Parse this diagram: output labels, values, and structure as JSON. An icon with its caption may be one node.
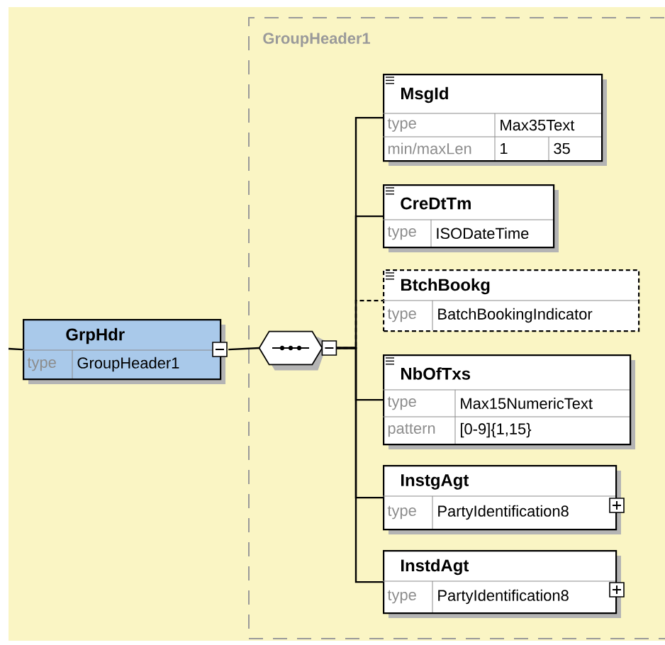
{
  "diagram": {
    "nodes": [
      {
        "text": [
          "GroupHeader1"
        ]
      },
      {
        "text": [
          "GrpHdr",
          "type",
          "GroupHeader1"
        ]
      },
      {
        "text": [],
        "shape": "octagon",
        "in": 0
      },
      {
        "text": [
          "MsgId",
          "type",
          "Max35Text",
          "min/maxLen",
          "1",
          "35"
        ],
        "in": 0
      },
      {
        "text": [
          "CreDtTm",
          "type",
          "ISODateTime"
        ],
        "in": 0
      },
      {
        "text": [
          "BtchBookg",
          "type",
          "BatchBookingIndicator"
        ],
        "in": 0
      },
      {
        "text": [
          "NbOfTxs",
          "type",
          "Max15NumericText",
          "pattern",
          "[0-9]{1,15}"
        ],
        "in": 0
      },
      {
        "text": [
          "InstgAgt",
          "type",
          "PartyIdentification8"
        ],
        "in": 0
      },
      {
        "text": [
          "InstdAgt",
          "type",
          "PartyIdentification8"
        ],
        "in": 0
      }
    ],
    "edges": [
      {
        "from": null,
        "to": 1,
        "arrow": "none"
      },
      {
        "from": 1,
        "to": 2,
        "arrow": "none"
      },
      {
        "from": 2,
        "to": 3,
        "arrow": "none"
      },
      {
        "from": 2,
        "to": 4,
        "arrow": "none"
      },
      {
        "from": 2,
        "to": 5,
        "arrow": "none",
        "style": "dashed"
      },
      {
        "from": 2,
        "to": 6,
        "arrow": "none"
      },
      {
        "from": 2,
        "to": 7,
        "arrow": "none"
      },
      {
        "from": 2,
        "to": 8,
        "arrow": "none"
      }
    ]
  }
}
